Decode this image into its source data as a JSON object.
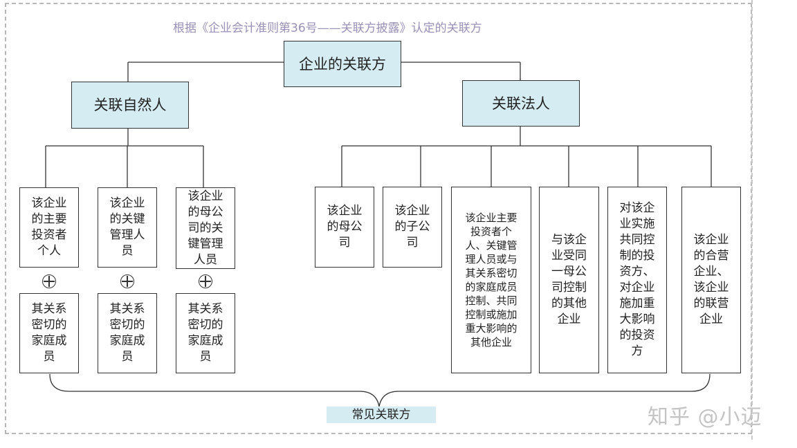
{
  "caption": "根据《企业会计准则第36号——关联方披露》认定的关联方",
  "root": "企业的关联方",
  "natural_person": {
    "title": "关联自然人",
    "items": [
      "该企业\n的主要\n投资者\n个人",
      "该企业\n的关键\n管理人\n员",
      "该企业\n的母公\n司的关\n键管理\n人员"
    ],
    "family": "其关系\n密切的\n家庭成\n员"
  },
  "legal_person": {
    "title": "关联法人",
    "items": [
      "该企业\n的母公\n司",
      "该企业\n的子公\n司",
      "该企业主要\n投资者个\n人、关键管\n理人员或与\n其关系密切\n的家庭成员\n控制、共同\n控制或施加\n重大影响的\n其他企业",
      "与该企\n业受同\n一母公\n司控制\n的其他\n企业",
      "对该企\n业实施\n共同控\n制的投\n资方、\n对企业\n施加重\n大影响\n的投资\n方",
      "该企业\n的合营\n企业、\n该企业\n的联营\n企业"
    ]
  },
  "common_label": "常见关联方",
  "watermark": "知乎 @小迈"
}
